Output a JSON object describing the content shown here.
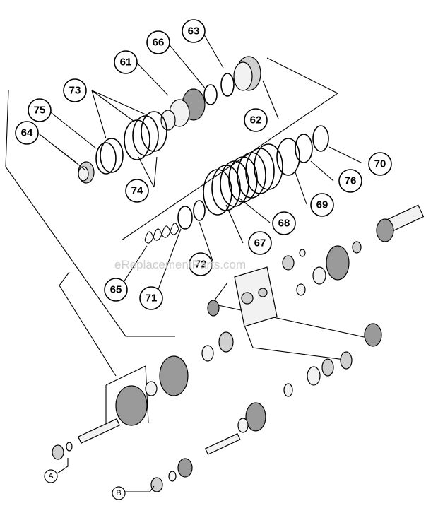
{
  "watermark": "eReplacementParts.com",
  "callouts": [
    {
      "label": "61"
    },
    {
      "label": "62"
    },
    {
      "label": "63"
    },
    {
      "label": "64"
    },
    {
      "label": "65"
    },
    {
      "label": "66"
    },
    {
      "label": "67"
    },
    {
      "label": "68"
    },
    {
      "label": "69"
    },
    {
      "label": "70"
    },
    {
      "label": "71"
    },
    {
      "label": "72"
    },
    {
      "label": "73"
    },
    {
      "label": "74"
    },
    {
      "label": "75"
    },
    {
      "label": "76"
    }
  ],
  "markers": [
    {
      "label": "A"
    },
    {
      "label": "B"
    }
  ]
}
